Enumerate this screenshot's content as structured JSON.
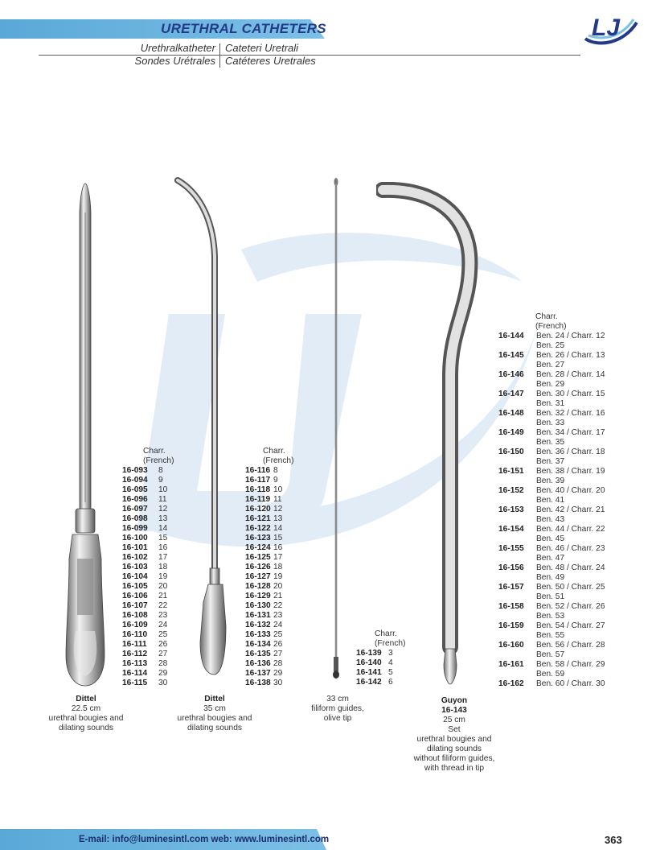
{
  "header": {
    "title": "URETHRAL CATHETERS",
    "sub_line1_left": "Urethralkatheter",
    "sub_line1_right": "Cateteri Uretrali",
    "sub_line2_left": "Sondes Urétrales",
    "sub_line2_right": "Catéteres Uretrales",
    "brand_color": "#233a88",
    "band_color": "#6bb5df"
  },
  "logo": {
    "icon": "lj-logo-icon",
    "text": "LJ"
  },
  "table_dittel_short": {
    "header1": "Charr.",
    "header2": "(French)",
    "rows": [
      {
        "code": "16-093",
        "size": "8"
      },
      {
        "code": "16-094",
        "size": "9"
      },
      {
        "code": "16-095",
        "size": "10"
      },
      {
        "code": "16-096",
        "size": "11"
      },
      {
        "code": "16-097",
        "size": "12"
      },
      {
        "code": "16-098",
        "size": "13"
      },
      {
        "code": "16-099",
        "size": "14"
      },
      {
        "code": "16-100",
        "size": "15"
      },
      {
        "code": "16-101",
        "size": "16"
      },
      {
        "code": "16-102",
        "size": "17"
      },
      {
        "code": "16-103",
        "size": "18"
      },
      {
        "code": "16-104",
        "size": "19"
      },
      {
        "code": "16-105",
        "size": "20"
      },
      {
        "code": "16-106",
        "size": "21"
      },
      {
        "code": "16-107",
        "size": "22"
      },
      {
        "code": "16-108",
        "size": "23"
      },
      {
        "code": "16-109",
        "size": "24"
      },
      {
        "code": "16-110",
        "size": "25"
      },
      {
        "code": "16-111",
        "size": "26"
      },
      {
        "code": "16-112",
        "size": "27"
      },
      {
        "code": "16-113",
        "size": "28"
      },
      {
        "code": "16-114",
        "size": "29"
      },
      {
        "code": "16-115",
        "size": "30"
      }
    ]
  },
  "table_dittel_long": {
    "header1": "Charr.",
    "header2": "(French)",
    "rows": [
      {
        "code": "16-116",
        "size": "8"
      },
      {
        "code": "16-117",
        "size": "9"
      },
      {
        "code": "16-118",
        "size": "10"
      },
      {
        "code": "16-119",
        "size": "11"
      },
      {
        "code": "16-120",
        "size": "12"
      },
      {
        "code": "16-121",
        "size": "13"
      },
      {
        "code": "16-122",
        "size": "14"
      },
      {
        "code": "16-123",
        "size": "15"
      },
      {
        "code": "16-124",
        "size": "16"
      },
      {
        "code": "16-125",
        "size": "17"
      },
      {
        "code": "16-126",
        "size": "18"
      },
      {
        "code": "16-127",
        "size": "19"
      },
      {
        "code": "16-128",
        "size": "20"
      },
      {
        "code": "16-129",
        "size": "21"
      },
      {
        "code": "16-130",
        "size": "22"
      },
      {
        "code": "16-131",
        "size": "23"
      },
      {
        "code": "16-132",
        "size": "24"
      },
      {
        "code": "16-133",
        "size": "25"
      },
      {
        "code": "16-134",
        "size": "26"
      },
      {
        "code": "16-135",
        "size": "27"
      },
      {
        "code": "16-136",
        "size": "28"
      },
      {
        "code": "16-137",
        "size": "29"
      },
      {
        "code": "16-138",
        "size": "30"
      }
    ]
  },
  "table_filiform": {
    "header1": "Charr.",
    "header2": "(French)",
    "rows": [
      {
        "code": "16-139",
        "size": "3"
      },
      {
        "code": "16-140",
        "size": "4"
      },
      {
        "code": "16-141",
        "size": "5"
      },
      {
        "code": "16-142",
        "size": "6"
      }
    ]
  },
  "table_guyon": {
    "header1": "Charr.",
    "header2": "(French)",
    "rows": [
      {
        "code": "16-144",
        "main": "Ben. 24 / Charr. 12",
        "sub": "Ben. 25"
      },
      {
        "code": "16-145",
        "main": "Ben. 26 / Charr. 13",
        "sub": "Ben. 27"
      },
      {
        "code": "16-146",
        "main": "Ben. 28 / Charr. 14",
        "sub": "Ben. 29"
      },
      {
        "code": "16-147",
        "main": "Ben. 30 / Charr. 15",
        "sub": "Ben. 31"
      },
      {
        "code": "16-148",
        "main": "Ben. 32 / Charr. 16",
        "sub": "Ben. 33"
      },
      {
        "code": "16-149",
        "main": "Ben. 34 / Charr. 17",
        "sub": "Ben. 35"
      },
      {
        "code": "16-150",
        "main": "Ben. 36 / Charr. 18",
        "sub": "Ben. 37"
      },
      {
        "code": "16-151",
        "main": "Ben. 38 / Charr. 19",
        "sub": "Ben. 39"
      },
      {
        "code": "16-152",
        "main": "Ben. 40 / Charr. 20",
        "sub": "Ben. 41"
      },
      {
        "code": "16-153",
        "main": "Ben. 42 / Charr. 21",
        "sub": "Ben. 43"
      },
      {
        "code": "16-154",
        "main": "Ben. 44 / Charr. 22",
        "sub": "Ben. 45"
      },
      {
        "code": "16-155",
        "main": "Ben. 46 / Charr. 23",
        "sub": "Ben. 47"
      },
      {
        "code": "16-156",
        "main": "Ben. 48 / Charr. 24",
        "sub": "Ben. 49"
      },
      {
        "code": "16-157",
        "main": "Ben. 50 / Charr. 25",
        "sub": "Ben. 51"
      },
      {
        "code": "16-158",
        "main": "Ben. 52 / Charr. 26",
        "sub": "Ben. 53"
      },
      {
        "code": "16-159",
        "main": "Ben. 54 / Charr. 27",
        "sub": "Ben. 55"
      },
      {
        "code": "16-160",
        "main": "Ben. 56 / Charr. 28",
        "sub": "Ben. 57"
      },
      {
        "code": "16-161",
        "main": "Ben. 58 / Charr. 29",
        "sub": "Ben. 59"
      },
      {
        "code": "16-162",
        "main": "Ben. 60 / Charr. 30",
        "sub": ""
      }
    ]
  },
  "captions": {
    "dittel_short": {
      "name": "Dittel",
      "l1": "22.5 cm",
      "l2": "urethral bougies and",
      "l3": "dilating sounds"
    },
    "dittel_long": {
      "name": "Dittel",
      "l1": "35 cm",
      "l2": "urethral bougies and",
      "l3": "dilating sounds"
    },
    "filiform": {
      "l1": "33 cm",
      "l2": "filiform guides,",
      "l3": "olive tip"
    },
    "guyon": {
      "name": "Guyon",
      "code": "16-143",
      "l1": "25 cm",
      "l2": "Set",
      "l3": "urethral bougies and",
      "l4": "dilating sounds",
      "l5": "without filiform guides,",
      "l6": "with thread in tip"
    }
  },
  "footer": {
    "contact": "E-mail: info@luminesintl.com  web: www.luminesintl.com",
    "page_number": "363"
  }
}
